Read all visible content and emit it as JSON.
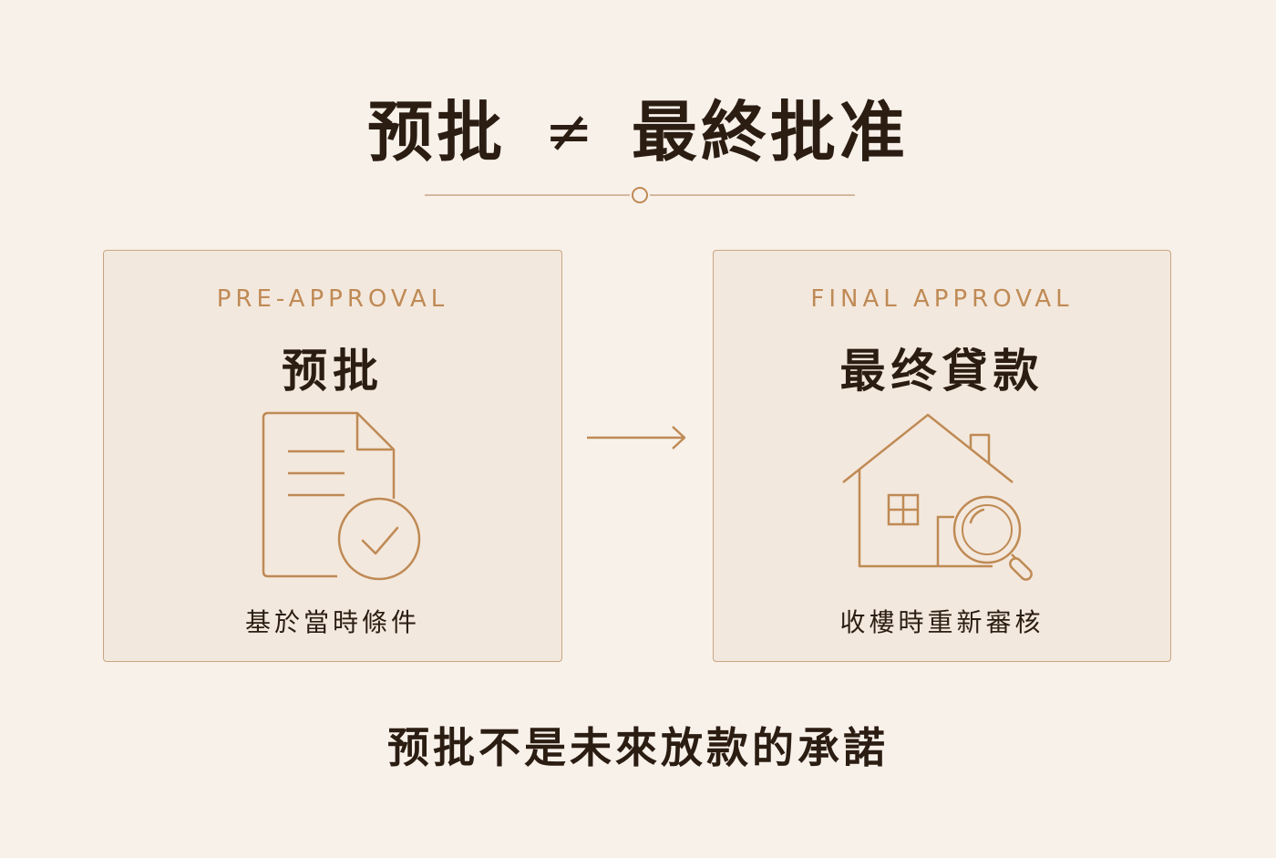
{
  "title": {
    "left": "预批",
    "symbol": "≠",
    "right": "最終批准"
  },
  "cards": {
    "pre": {
      "english": "PRE-APPROVAL",
      "chinese": "预批",
      "icon": "document-check-icon",
      "description": "基於當時條件"
    },
    "final": {
      "english": "FINAL APPROVAL",
      "chinese": "最终貸款",
      "icon": "house-search-icon",
      "description": "收樓時重新審核"
    }
  },
  "footer": "预批不是未來放款的承諾",
  "colors": {
    "background": "#f8f1ea",
    "card_background": "#f3e8dd",
    "accent": "#bf8a55",
    "border": "#c9a582",
    "text": "#2b1d12"
  }
}
